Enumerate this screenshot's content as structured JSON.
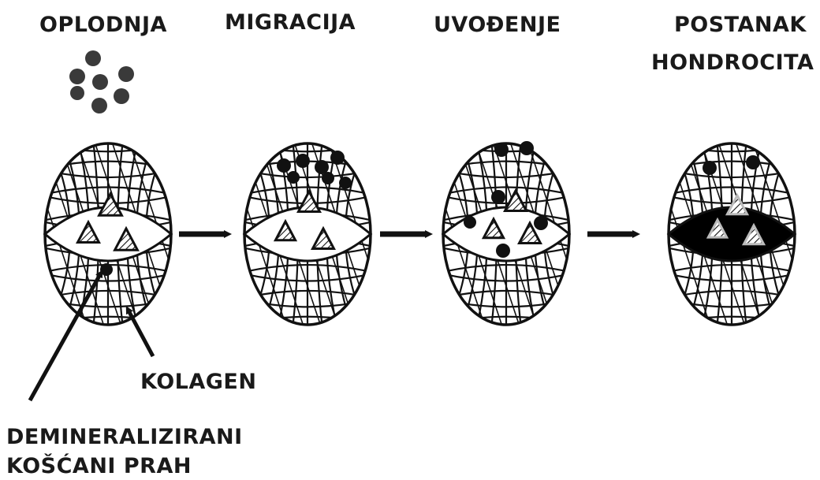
{
  "stages": [
    {
      "label_lines": [
        "OPLODNJA"
      ]
    },
    {
      "label_lines": [
        "MIGRACIJA"
      ]
    },
    {
      "label_lines": [
        "UVOĐENJE"
      ]
    },
    {
      "label_lines": [
        "POSTANAK",
        "HONDROCITA"
      ]
    }
  ],
  "annotations": {
    "collagen": "KOLAGEN",
    "bone_powder_line1": "DEMINERALIZIRANI",
    "bone_powder_line2": "KOŠĆANI PRAH"
  },
  "colors": {
    "ink": "#111111",
    "label": "#1a1a1a",
    "cell": "#3a3a3a",
    "background": "#ffffff"
  }
}
